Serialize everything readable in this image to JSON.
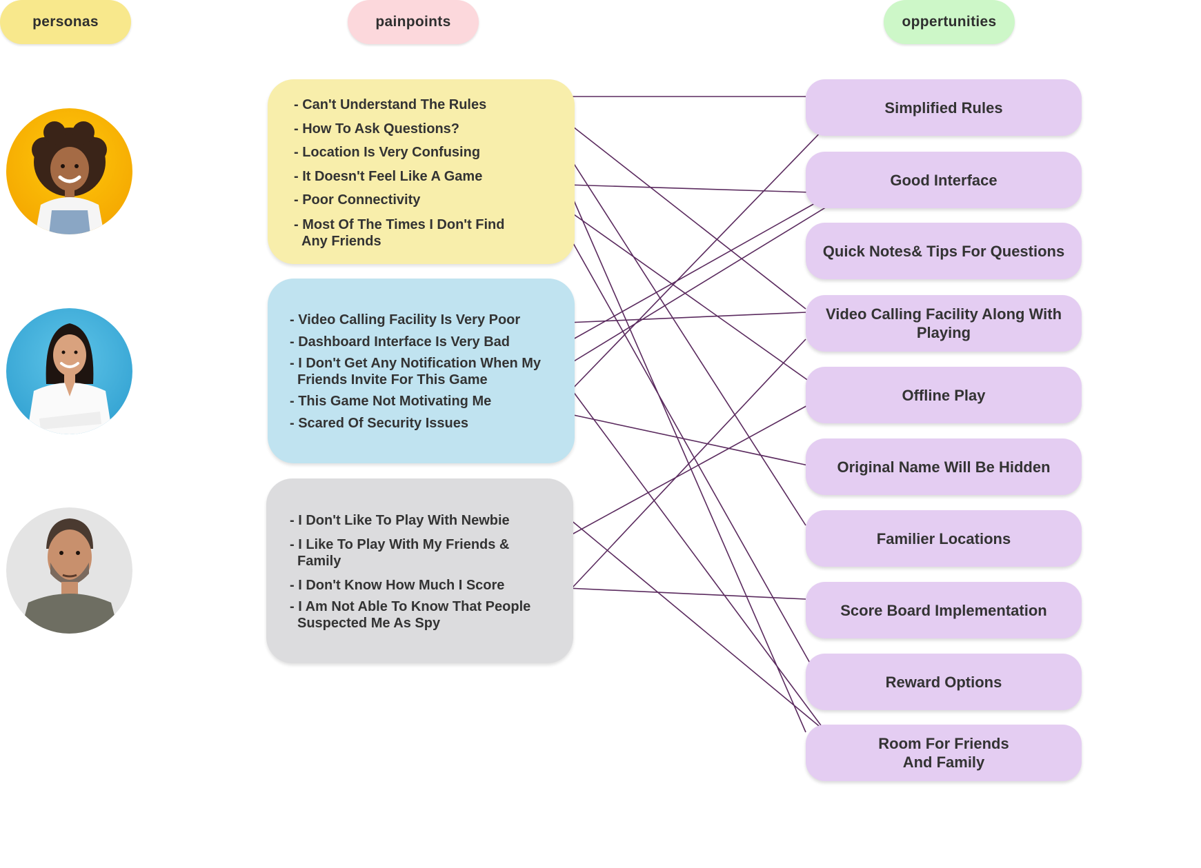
{
  "headers": {
    "personas": "personas",
    "painpoints": "painpoints",
    "opportunities": "oppertunities"
  },
  "personas": [
    {
      "name": "persona-child",
      "icon": "child-portrait"
    },
    {
      "name": "persona-woman",
      "icon": "woman-portrait"
    },
    {
      "name": "persona-man",
      "icon": "man-portrait"
    }
  ],
  "painpoint_groups": [
    {
      "items": [
        [
          "- Can't Understand The Rules"
        ],
        [
          "- How To Ask Questions?"
        ],
        [
          "- Location Is Very Confusing"
        ],
        [
          "- It Doesn't Feel Like A Game"
        ],
        [
          "- Poor Connectivity"
        ],
        [
          "- Most Of The Times I Don't Find",
          "Any Friends"
        ]
      ]
    },
    {
      "items": [
        [
          "- Video Calling Facility Is Very Poor"
        ],
        [
          "- Dashboard Interface Is Very Bad"
        ],
        [
          "- I Don't Get Any Notification When My",
          "Friends Invite For This Game"
        ],
        [
          "- This Game Not Motivating Me"
        ],
        [
          "- Scared Of Security Issues"
        ]
      ]
    },
    {
      "items": [
        [
          "- I Don't Like To Play With Newbie"
        ],
        [
          "- I Like To Play With My Friends &",
          "Family"
        ],
        [
          "- I Don't Know How Much I Score"
        ],
        [
          "- I Am Not Able To Know That People",
          "Suspected Me As Spy"
        ]
      ]
    }
  ],
  "opportunities": [
    [
      "Simplified Rules"
    ],
    [
      "Good Interface"
    ],
    [
      "Quick Notes& Tips For Questions"
    ],
    [
      "Video Calling Facility Along With",
      "Playing"
    ],
    [
      "Offline Play"
    ],
    [
      "Original Name Will Be Hidden"
    ],
    [
      "Familier Locations"
    ],
    [
      "Score Board Implementation"
    ],
    [
      "Reward Options"
    ],
    [
      "Room For Friends",
      "And Family"
    ]
  ],
  "colors": {
    "personas_pill": "#f8e88c",
    "painpoints_pill": "#fcd8dc",
    "opportunities_pill": "#cdf7c8",
    "pain_box_1": "#f8eeab",
    "pain_box_2": "#c0e3f0",
    "pain_box_3": "#dcdcde",
    "opportunity_box": "#e4cdf2",
    "connector": "#5a2a5e"
  },
  "connections": [
    [
      "Can't Understand The Rules",
      "Simplified Rules"
    ],
    [
      "How To Ask Questions?",
      "Video Calling Facility Along With Playing"
    ],
    [
      "Location Is Very Confusing",
      "Familier Locations"
    ],
    [
      "It Doesn't Feel Like A Game",
      "Good Interface"
    ],
    [
      "Poor Connectivity",
      "Offline Play"
    ],
    [
      "Most Of The Times I Don't Find Any Friends",
      "Reward Options"
    ],
    [
      "Video Calling Facility Is Very Poor",
      "Video Calling Facility Along With Playing"
    ],
    [
      "Dashboard Interface Is Very Bad",
      "Good Interface"
    ],
    [
      "I Don't Get Any Notification When My Friends Invite For This Game",
      "Good Interface"
    ],
    [
      "This Game Not Motivating Me",
      "Simplified Rules"
    ],
    [
      "Scared Of Security Issues",
      "Original Name Will Be Hidden"
    ],
    [
      "I Don't Like To Play With Newbie",
      "Room For Friends And Family"
    ],
    [
      "I Like To Play With My Friends & Family",
      "Offline Play"
    ],
    [
      "I Don't Know How Much I Score",
      "Score Board Implementation"
    ],
    [
      "I Am Not Able To Know That People Suspected Me As Spy",
      "Video Calling Facility Along With Playing"
    ]
  ]
}
